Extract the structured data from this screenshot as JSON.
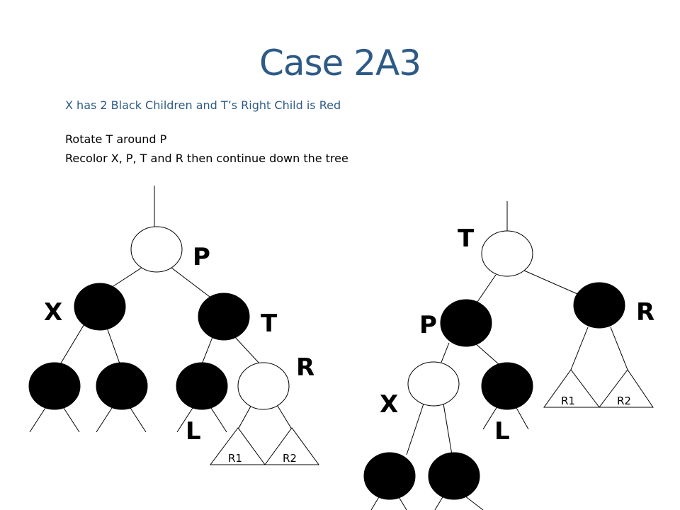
{
  "slide": {
    "title": "Case 2A3",
    "subtitle": "X has 2 Black Children and T’s Right Child is Red",
    "steps": [
      "Rotate T around P",
      "Recolor X, P, T and R then continue down the tree"
    ]
  },
  "colors": {
    "title": "#2e5a87",
    "black_node": "#000000",
    "red_node": "#ffffff"
  },
  "before_tree": {
    "labels": {
      "p": "P",
      "x": "X",
      "t": "T",
      "r": "R",
      "l": "L",
      "r1": "R1",
      "r2": "R2"
    }
  },
  "after_tree": {
    "labels": {
      "t": "T",
      "r": "R",
      "p": "P",
      "x": "X",
      "l": "L",
      "r1": "R1",
      "r2": "R2"
    }
  }
}
